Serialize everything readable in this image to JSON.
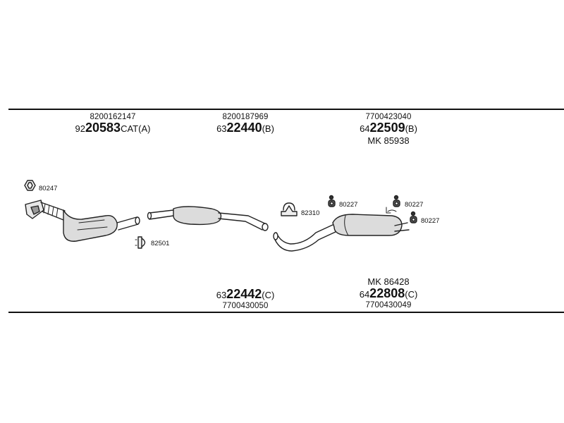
{
  "parts_top": [
    {
      "ref": "8200162147",
      "prefix": "92",
      "code": "20583",
      "suffix": "CAT(A)"
    },
    {
      "ref": "8200187969",
      "prefix": "63",
      "code": "22440",
      "suffix": "(B)"
    },
    {
      "ref": "7700423040",
      "prefix": "64",
      "code": "22509",
      "suffix": "(B)",
      "mk": "MK  85938"
    }
  ],
  "parts_bottom": [
    {
      "ref": "7700430050",
      "prefix": "63",
      "code": "22442",
      "suffix": "(C)"
    },
    {
      "ref": "7700430049",
      "prefix": "64",
      "code": "22808",
      "suffix": "(C)",
      "mk": "MK  86428"
    }
  ],
  "fittings": {
    "gasket": "80247",
    "clamp_front": "82501",
    "clamp_mid": "82310",
    "hanger_a": "80227",
    "hanger_b": "80227",
    "hanger_c": "80227"
  }
}
